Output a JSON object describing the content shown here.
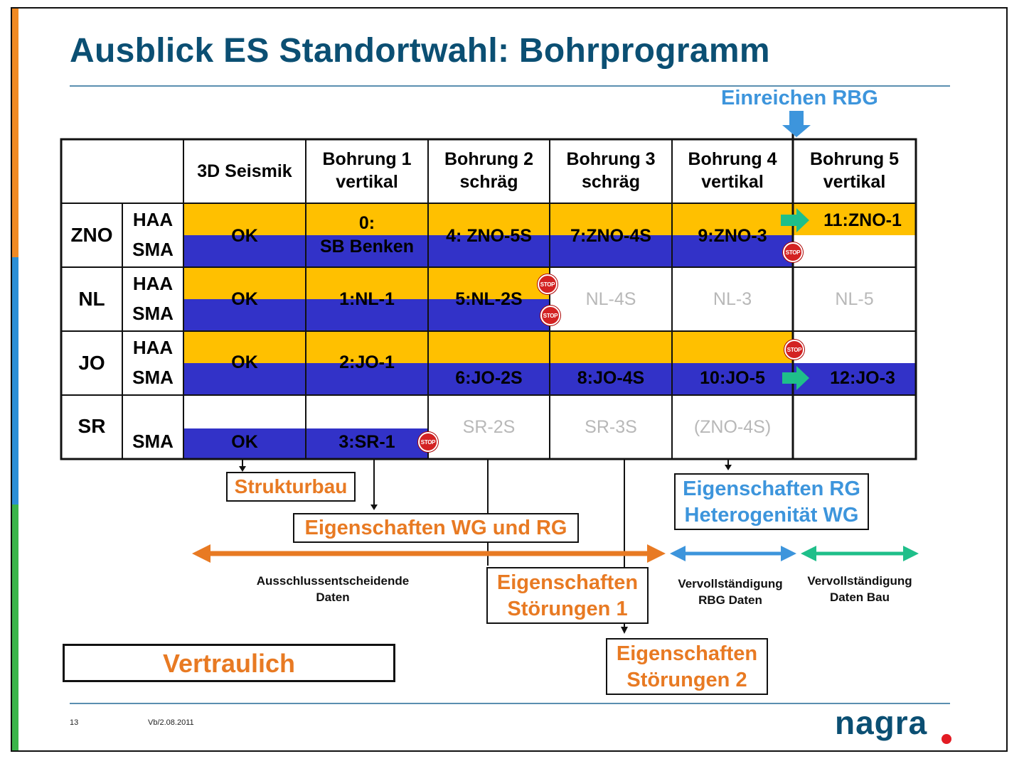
{
  "slide": {
    "title": "Ausblick ES Standortwahl: Bohrprogramm",
    "einreichen": "Einreichen RBG",
    "page_number": "13",
    "footer_date": "Vb/2.08.2011",
    "confidential": "Vertraulich",
    "logo_text": "nagra"
  },
  "table": {
    "headers": {
      "seismik": "3D Seismik",
      "b1": [
        "Bohrung 1",
        "vertikal"
      ],
      "b2": [
        "Bohrung 2",
        "schräg"
      ],
      "b3": [
        "Bohrung 3",
        "schräg"
      ],
      "b4": [
        "Bohrung 4",
        "vertikal"
      ],
      "b5": [
        "Bohrung 5",
        "vertikal"
      ]
    },
    "regions": {
      "zno": "ZNO",
      "nl": "NL",
      "jo": "JO",
      "sr": "SR"
    },
    "sub": {
      "haa": "HAA",
      "sma": "SMA"
    },
    "zno_cells": {
      "seismik": "OK",
      "b1": [
        "0:",
        "SB Benken"
      ],
      "b2": "4: ZNO-5S",
      "b3": "7:ZNO-4S",
      "b4": "9:ZNO-3",
      "b5": "11:ZNO-1"
    },
    "nl_cells": {
      "seismik": "OK",
      "b1": "1:NL-1",
      "b2": "5:NL-2S",
      "b3": "NL-4S",
      "b4": "NL-3",
      "b5": "NL-5"
    },
    "jo_cells": {
      "seismik": "OK",
      "b1": "2:JO-1",
      "b2": "6:JO-2S",
      "b3": "8:JO-4S",
      "b4": "10:JO-5",
      "b5": "12:JO-3"
    },
    "sr_cells": {
      "seismik": "OK",
      "b1": "3:SR-1",
      "b2": "SR-2S",
      "b3": "SR-3S",
      "b4": "(ZNO-4S)"
    },
    "stop_label": "STOP"
  },
  "annotations": {
    "strukturbau": "Strukturbau",
    "eig_wg_rg": "Eigenschaften WG und RG",
    "eig_rg_line1": "Eigenschaften RG",
    "eig_rg_line2": "Heterogenität WG",
    "eig_st1": [
      "Eigenschaften",
      "Störungen 1"
    ],
    "eig_st2": [
      "Eigenschaften",
      "Störungen 2"
    ],
    "ausschluss": [
      "Ausschlussentscheidende",
      "Daten"
    ],
    "rbg_daten": [
      "Vervollständigung",
      "RBG Daten"
    ],
    "daten_bau": [
      "Vervollständigung",
      "Daten Bau"
    ]
  },
  "colors": {
    "title": "#0b4f73",
    "haa_yellow": "#ffc000",
    "sma_blue": "#3232c8",
    "orange": "#e87a23",
    "light_blue": "#3d95dc",
    "green": "#1fbf8a",
    "stop_red": "#d32222"
  }
}
